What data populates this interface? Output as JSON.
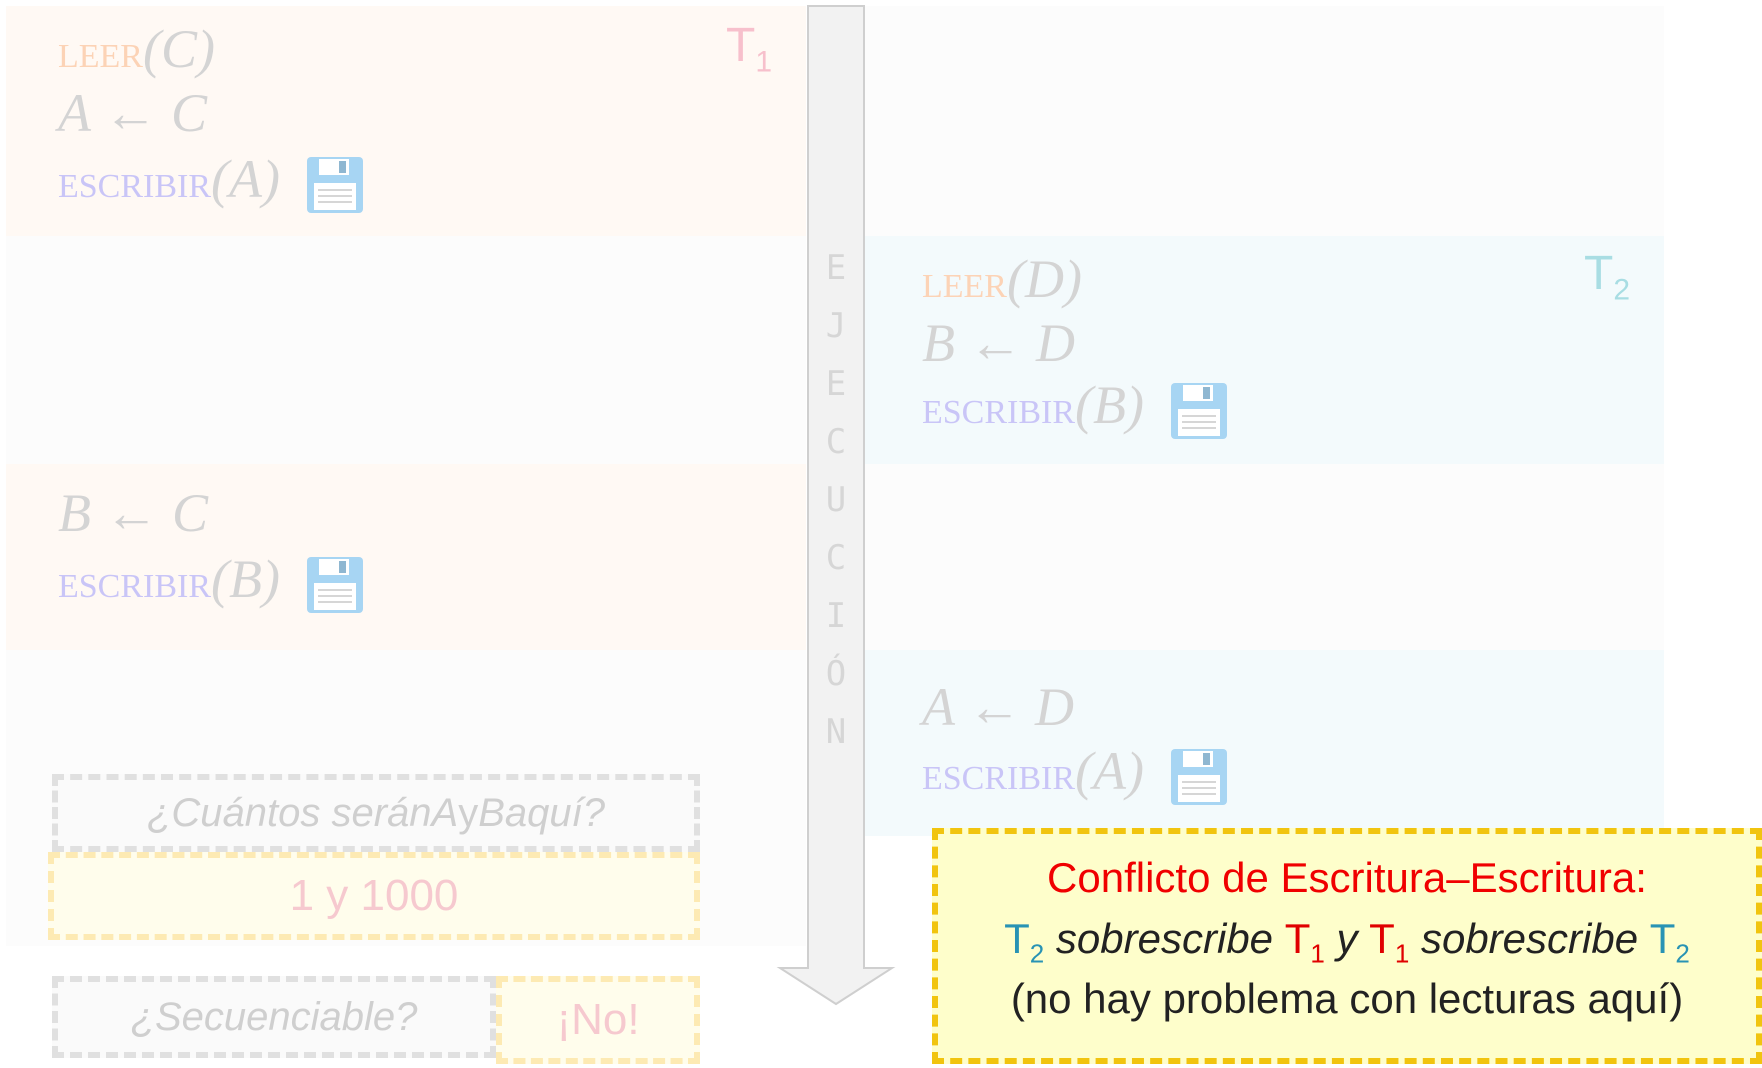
{
  "t1": {
    "label_main": "T",
    "label_sub": "1",
    "block1": {
      "line1_op": "leer",
      "line1_arg": "(C)",
      "line2": "A ← C",
      "line3_op": "escribir",
      "line3_arg": "(A)"
    },
    "block2": {
      "line1": "B ← C",
      "line2_op": "escribir",
      "line2_arg": "(B)"
    }
  },
  "t2": {
    "label_main": "T",
    "label_sub": "2",
    "block1": {
      "line1_op": "leer",
      "line1_arg": "(D)",
      "line2": "B ← D",
      "line3_op": "escribir",
      "line3_arg": "(B)"
    },
    "block2": {
      "line1": "A ← D",
      "line2_op": "escribir",
      "line2_arg": "(A)"
    }
  },
  "execution_letters": [
    "E",
    "J",
    "E",
    "C",
    "U",
    "C",
    "I",
    "Ó",
    "N"
  ],
  "question1": {
    "prefix": "¿Cuántos serán ",
    "var_a": "A",
    "conj": " y ",
    "var_b": "B",
    "suffix": " aquí?"
  },
  "answer1": "1 y 1000",
  "question2": "¿Secuenciable?",
  "answer2": "¡No!",
  "conflict": {
    "title": "Conflicto de Escritura–Escritura:",
    "t": "T",
    "s1": "2",
    "w1": " sobrescribe ",
    "s2": "1",
    "w2": " y ",
    "s3": "1",
    "w3": " sobrescribe ",
    "s4": "2",
    "line2": "(no hay problema con lecturas aquí)"
  },
  "colors": {
    "t1_label": "#f7c0cc",
    "t2_label": "#a8dde3",
    "arrow_fill": "#f2f2f2",
    "arrow_stroke": "#cfcfcf",
    "conflict_border": "#f1c40f",
    "conflict_title": "#f00000"
  }
}
